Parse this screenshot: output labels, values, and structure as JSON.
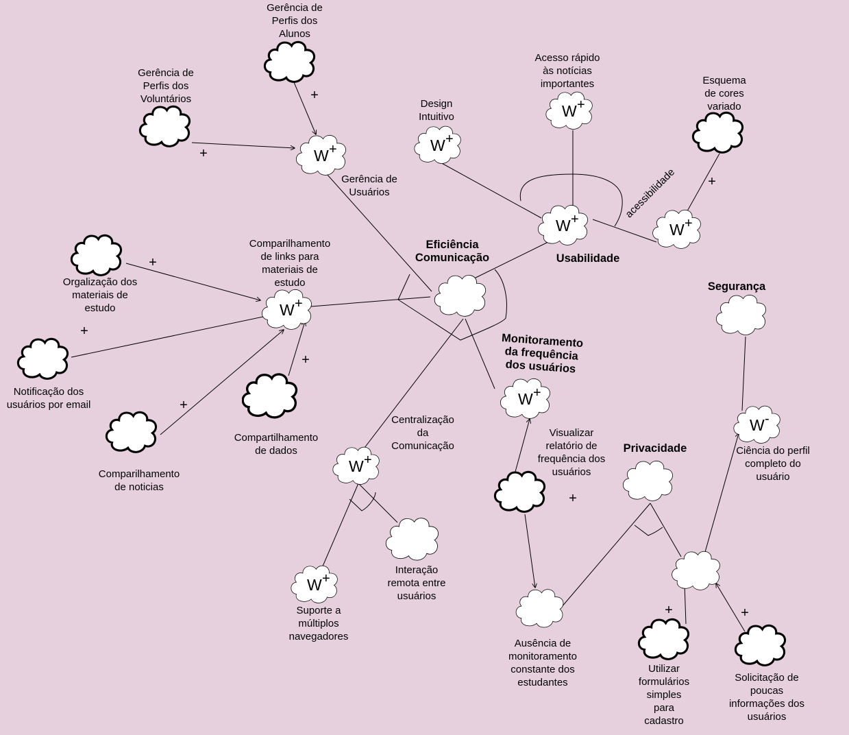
{
  "colors": {
    "background": "#e6d0dd",
    "line": "#000000",
    "node_fill": "#ffffff"
  },
  "softgoals": {
    "eficiencia": [
      "Eficiência",
      "Comunicação"
    ],
    "usabilidade": "Usabilidade",
    "monitoramento": [
      "Monitoramento",
      "da frequência",
      "dos usuários"
    ],
    "seguranca": "Segurança",
    "privacidade": "Privacidade"
  },
  "labels": {
    "perfis_alunos": [
      "Gerência de",
      "Perfis dos",
      "Alunos"
    ],
    "perfis_voluntarios": [
      "Gerência de",
      "Perfis dos",
      "Voluntários"
    ],
    "gerencia_usuarios": [
      "Gerência de",
      "Usuários"
    ],
    "compartilhamento_links": [
      "Comparilhamento",
      "de links para",
      "materiais de",
      "estudo"
    ],
    "organizacao": [
      "Orgalização dos",
      "materiais de",
      "estudo"
    ],
    "notificacao": [
      "Notificação dos",
      "usuários por email"
    ],
    "noticias": [
      "Comparilhamento",
      "de noticias"
    ],
    "dados": [
      "Compartilhamento",
      "de dados"
    ],
    "design": [
      "Design",
      "Intuitivo"
    ],
    "acesso_rapido": [
      "Acesso rápido",
      "às notícias",
      "importantes"
    ],
    "esquema_cores": [
      "Esquema",
      "de cores",
      "variado"
    ],
    "acessibilidade": "acessibilidade",
    "centralizacao": [
      "Centralização",
      "da",
      "Comunicação"
    ],
    "suporte": [
      "Suporte a",
      "múltiplos",
      "navegadores"
    ],
    "interacao": [
      "Interação",
      "remota entre",
      "usuários"
    ],
    "relatorio": [
      "Visualizar",
      "relatório de",
      "frequência dos",
      "usuários"
    ],
    "ausencia": [
      "Ausência de",
      "monitoramento",
      "constante dos",
      "estudantes"
    ],
    "formularios": [
      "Utilizar",
      "formulários",
      "simples",
      "para",
      "cadastro"
    ],
    "solicitacao": [
      "Solicitação de",
      "poucas",
      "informações dos",
      "usuários"
    ],
    "ciencia": [
      "Ciência do perfil",
      "completo do",
      "usuário"
    ]
  },
  "contribution": {
    "w": "W",
    "plus": "+",
    "minus": "-"
  }
}
